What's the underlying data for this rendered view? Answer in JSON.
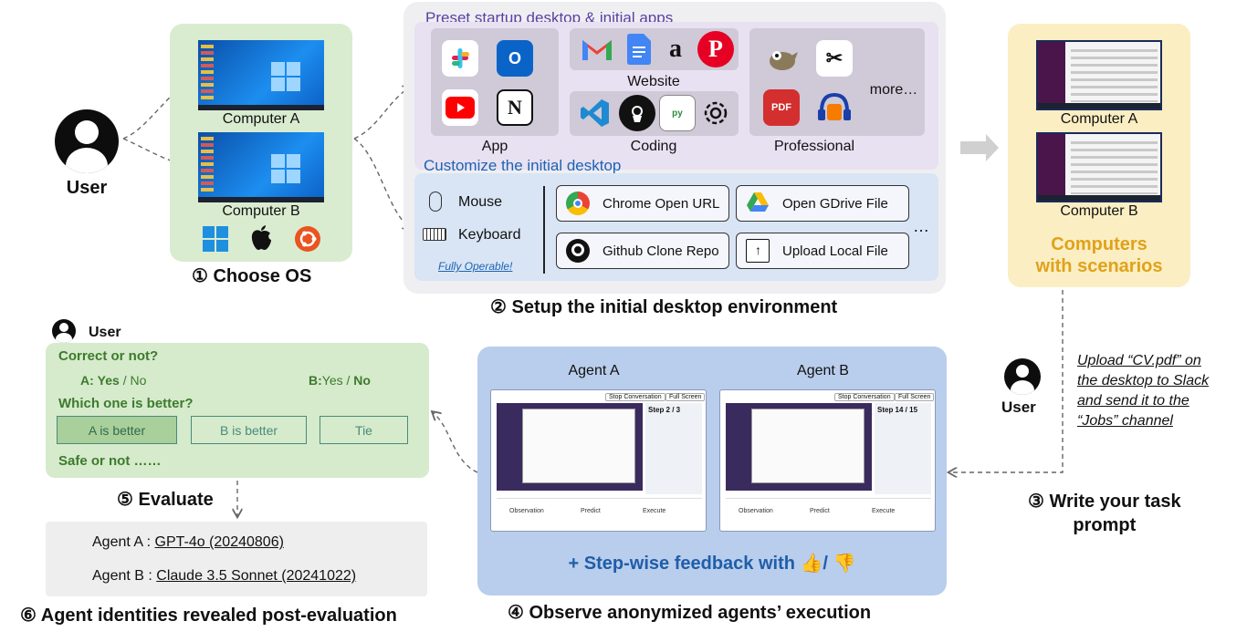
{
  "user": {
    "label": "User"
  },
  "step1": {
    "computers": [
      "Computer A",
      "Computer B"
    ],
    "caption": "① Choose OS",
    "os_icons": [
      "windows-icon",
      "apple-icon",
      "ubuntu-icon"
    ]
  },
  "step2": {
    "preset_title": "Preset startup desktop & initial apps",
    "groups": {
      "app": "App",
      "website": "Website",
      "coding": "Coding",
      "professional": "Professional",
      "more": "more…"
    },
    "customize_title": "Customize the initial desktop",
    "inputs": {
      "mouse": "Mouse",
      "keyboard": "Keyboard",
      "fully_operable": "Fully Operable!"
    },
    "actions": [
      "Chrome Open URL",
      "Open GDrive File",
      "Github Clone Repo",
      "Upload Local File"
    ],
    "ellipsis": "…",
    "caption": "② Setup the initial desktop environment"
  },
  "scenario": {
    "computers": [
      "Computer A",
      "Computer B"
    ],
    "title": "Computers\nwith scenarios"
  },
  "step3": {
    "user_label": "User",
    "prompt": "Upload “CV.pdf” on\nthe desktop to Slack\nand send it to the\n“Jobs” channel",
    "caption": "③ Write your task\nprompt"
  },
  "step4": {
    "agents": [
      "Agent A",
      "Agent B"
    ],
    "feedback": "+ Step-wise feedback with 👍/ 👎",
    "caption": "④ Observe anonymized agents’ execution",
    "shot_labels": {
      "stop": "Stop Conversation",
      "full": "Full Screen",
      "step_a": "Step 2 / 3",
      "step_b": "Step 14 / 15",
      "observation": "Observation",
      "predict": "Predict",
      "execute": "Execute"
    }
  },
  "step5": {
    "user_label": "User",
    "correct_q": "Correct or not?",
    "a_answer_label": "A:",
    "a_answer_yes": "Yes",
    "a_answer_no": " / No",
    "b_answer_label": "B:",
    "b_answer_yes": "Yes / ",
    "b_answer_no": "No",
    "better_q": "Which one is better?",
    "choices": [
      "A is better",
      "B is better",
      "Tie"
    ],
    "safe_q": "Safe or not ……",
    "caption": "⑤ Evaluate"
  },
  "step6": {
    "agent_a_label": "Agent A : ",
    "agent_a_model": "GPT-4o (20240806)",
    "agent_b_label": "Agent B : ",
    "agent_b_model": "Claude 3.5 Sonnet (20241022)",
    "caption": "⑥ Agent identities revealed post-evaluation"
  },
  "colors": {
    "os_panel": "#d9ecd0",
    "setup_panel": "#efeff1",
    "preset_box": "#e8e1f2",
    "customize_box": "#d9e5f5",
    "scenario_panel": "#fbeec3",
    "scenario_title": "#e0a21a",
    "observe_panel": "#b9cdec",
    "eval_panel": "#d5ebcc",
    "eval_green": "#3e7a2d",
    "feedback_blue": "#1f5ea8"
  }
}
